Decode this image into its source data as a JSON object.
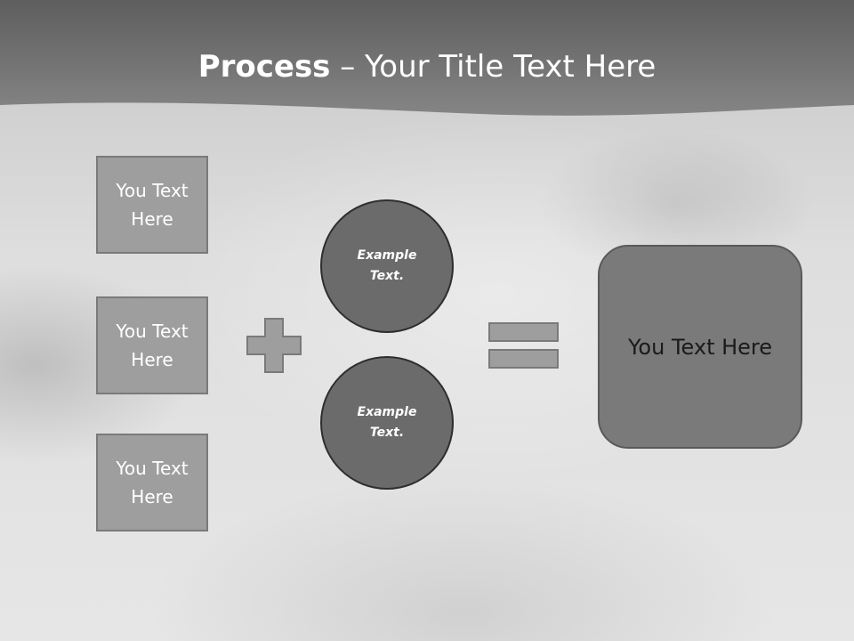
{
  "slide": {
    "title_bold": "Process",
    "title_rest": " – Your Title Text Here"
  },
  "inputs": [
    {
      "label_line1": "You Text",
      "label_line2": "Here"
    },
    {
      "label_line1": "You Text",
      "label_line2": "Here"
    },
    {
      "label_line1": "You Text",
      "label_line2": "Here"
    }
  ],
  "circles": [
    {
      "line1": "Example",
      "line2": "Text."
    },
    {
      "line1": "Example",
      "line2": "Text."
    }
  ],
  "result": {
    "label": "You Text Here"
  },
  "icons": {
    "plus": "plus-icon",
    "equals": "equals-icon"
  },
  "colors": {
    "header": "#6f6f6f",
    "box_fill": "#9e9e9e",
    "circle_fill": "#6b6b6b",
    "result_fill": "#7a7a7a"
  }
}
